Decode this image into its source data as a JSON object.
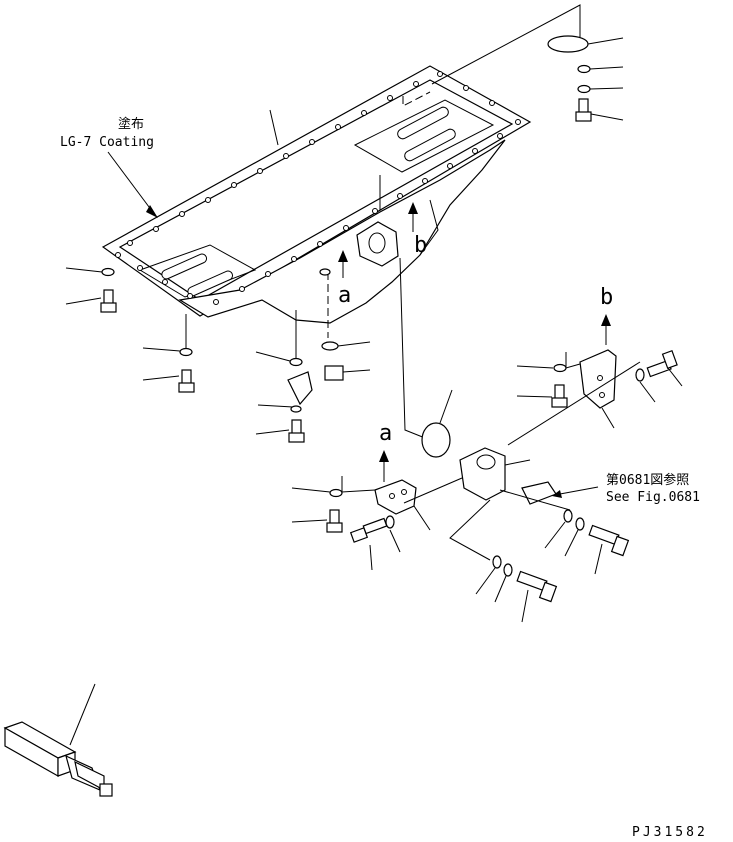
{
  "labels": {
    "coating_jp": "塗布",
    "coating_en": "LG-7 Coating",
    "ref_jp": "第0681図参照",
    "ref_en": "See Fig.0681",
    "arrow_a_top": "a",
    "arrow_b_top": "b",
    "arrow_a_bottom": "a",
    "arrow_b_bottom": "b",
    "drawing_no": "PJ31582"
  }
}
